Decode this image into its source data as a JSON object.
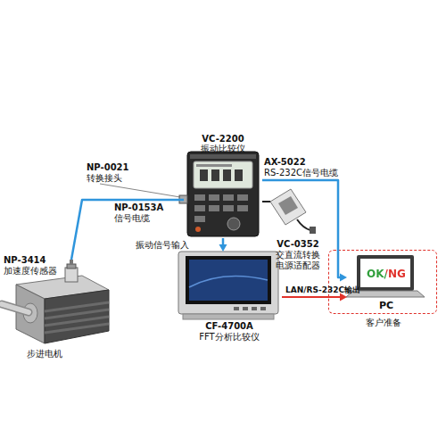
{
  "diagram": {
    "nodes": [
      {
        "text": [
          "NP-3414",
          "加速度传感器"
        ]
      },
      {
        "text": [
          "步进电机"
        ]
      },
      {
        "text": [
          "VC-2200",
          "振动比较仪"
        ]
      },
      {
        "text": [
          "VC-0352",
          "交直流转换 电源适配器"
        ]
      },
      {
        "text": [
          "CF-4700A",
          "FFT分析比较仪"
        ]
      },
      {
        "text": [
          "客户准备"
        ]
      },
      {
        "text": [
          "OK/NG",
          "PC"
        ],
        "in": 5
      }
    ],
    "edges": [
      {
        "from": 0,
        "to": 2,
        "arrow": "none"
      },
      {
        "from": 2,
        "to": 3,
        "arrow": "none"
      },
      {
        "from": 2,
        "to": 4,
        "arrow": "to",
        "label": "振动信号输入"
      },
      {
        "from": 2,
        "to": 6,
        "arrow": "to"
      },
      {
        "from": 4,
        "to": 6,
        "arrow": "to",
        "label": "LAN/RS-232C输出"
      }
    ],
    "labels": [
      "NP-0021",
      "转换接头",
      "NP-0153A",
      "信号电缆",
      "AX-5022",
      "RS-232C信号电缆"
    ]
  }
}
